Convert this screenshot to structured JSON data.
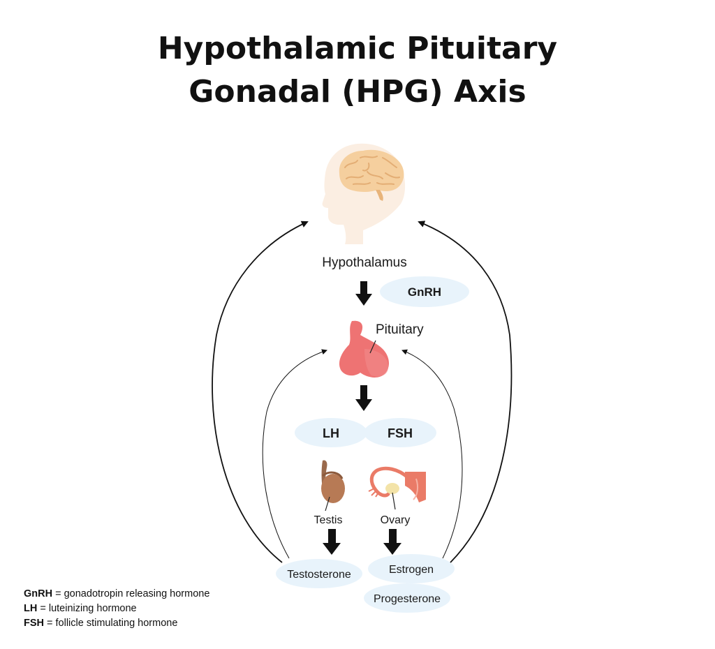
{
  "title": {
    "line1": "Hypothalamic Pituitary",
    "line2": "Gonadal (HPG) Axis"
  },
  "nodes": {
    "hypothalamus": "Hypothalamus",
    "gnrh": "GnRH",
    "pituitary": "Pituitary",
    "lh": "LH",
    "fsh": "FSH",
    "testis": "Testis",
    "ovary": "Ovary",
    "testosterone": "Testosterone",
    "estrogen": "Estrogen",
    "progesterone": "Progesterone"
  },
  "legend": [
    {
      "abbr": "GnRH",
      "definition": " = gonadotropin releasing hormone"
    },
    {
      "abbr": "LH",
      "definition": " = luteinizing hormone"
    },
    {
      "abbr": "FSH",
      "definition": " = follicle stimulating hormone"
    }
  ],
  "colors": {
    "bubble": "#e8f3fb",
    "head": "#fbeee2",
    "brain": "#f5cf9e",
    "pituitary": "#ee7373",
    "testis": "#b77a55",
    "ovary_tube": "#ea7b67",
    "ovary": "#f3e3a8",
    "arrow": "#111111"
  }
}
